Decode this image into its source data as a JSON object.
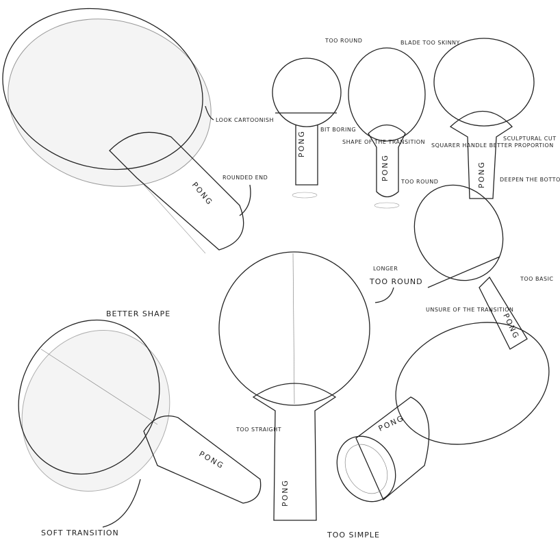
{
  "brand_mark": "PONG",
  "colors": {
    "accent": "#F7D000",
    "ink": "#222222"
  },
  "annotations": {
    "look_cartoonish": "LOOK CARTOONISH",
    "rounded_end": "ROUNDED END",
    "too_round_1": "TOO ROUND",
    "bit_boring": "BIT BORING",
    "blade_too_skinny": "BLADE TOO SKINNY",
    "shape_of_transition": "SHAPE OF THE TRANSITION",
    "too_round_2": "TOO ROUND",
    "squarer_handle": "SQUARER HANDLE BETTER PROPORTION",
    "sculptural_cut": "SCULPTURAL CUT",
    "deepen_bottom": "DEEPEN THE BOTTOM",
    "too_basic": "TOO BASIC",
    "unsure_transition": "UNSURE OF THE TRANSITION",
    "longer": "LONGER",
    "too_round_3": "TOO ROUND",
    "better_shape": "BETTER SHAPE",
    "soft_transition": "SOFT TRANSITION",
    "too_straight": "TOO STRAIGHT",
    "too_simple": "TOO SIMPLE"
  }
}
